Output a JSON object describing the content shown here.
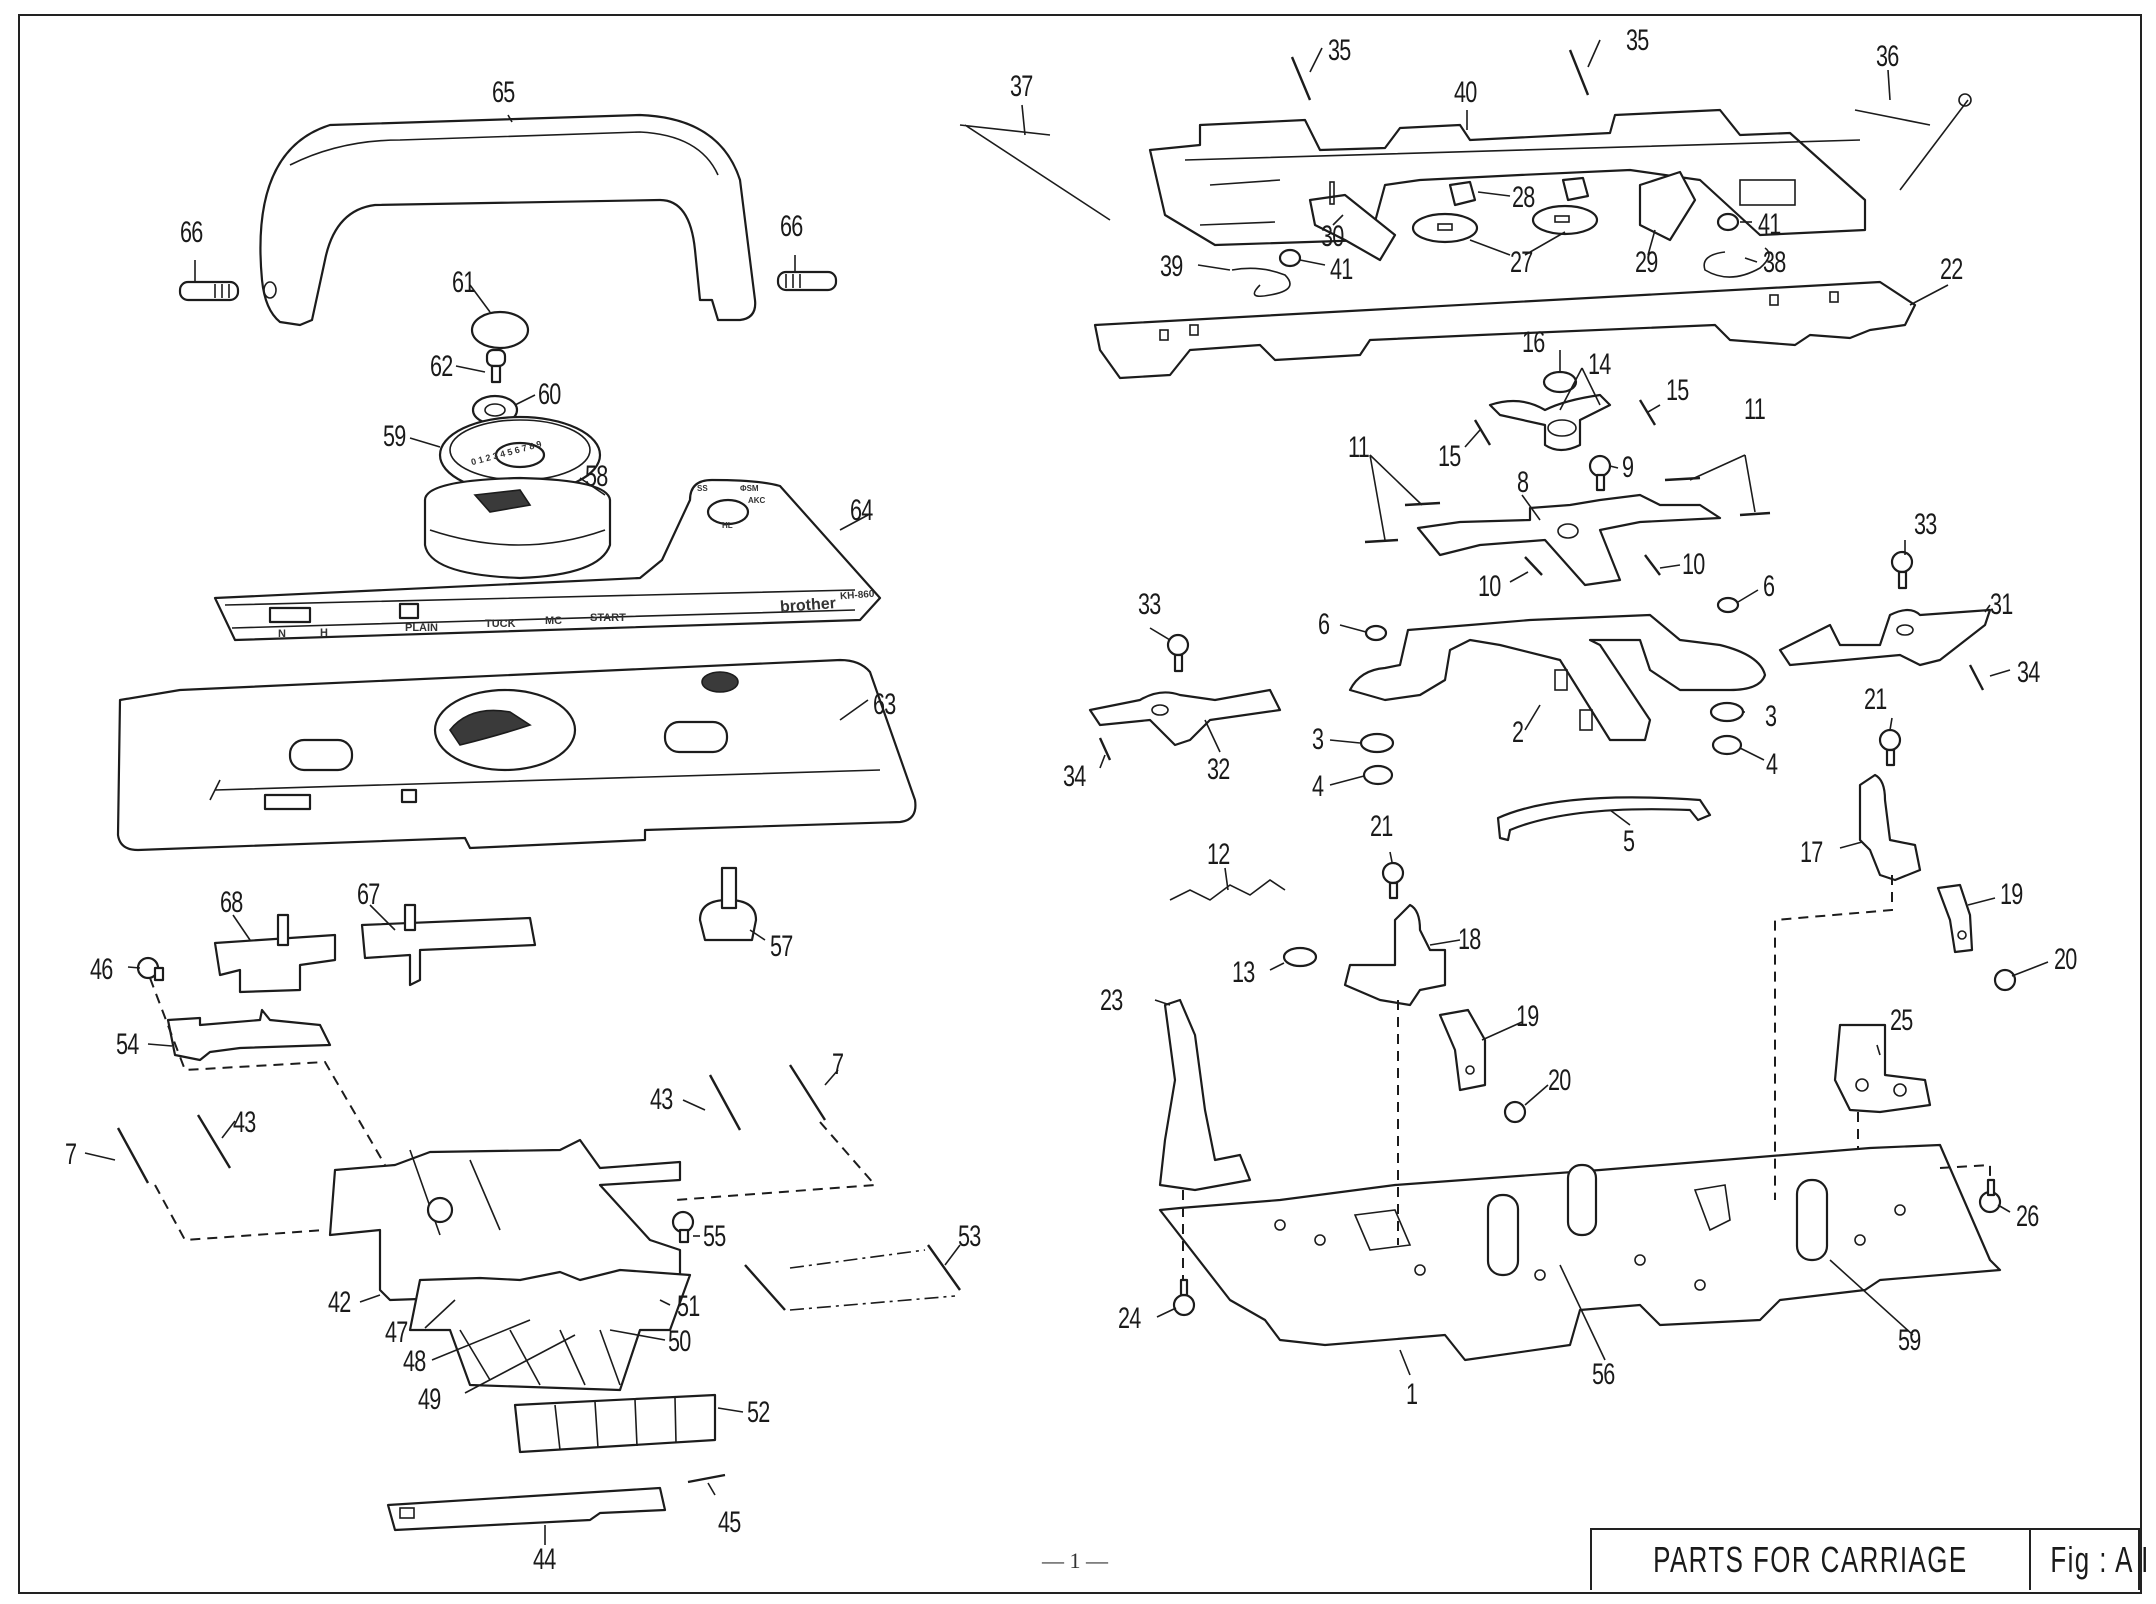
{
  "document": {
    "title": "PARTS FOR CARRIAGE",
    "figure_label": "Fig : A I",
    "page_number": "— 1 —"
  },
  "nameplate": {
    "brand": "brother",
    "model": "KH-860",
    "mode_labels": [
      "N",
      "H",
      "PLAIN",
      "TUCK",
      "MC",
      "START"
    ],
    "dial_labels": [
      "SS",
      "ΦSM",
      "AKC",
      "HL"
    ]
  },
  "dial_numbers": "0 1 2 3 4 5 6 7 8 9",
  "callouts": [
    {
      "id": "c65",
      "label": "65"
    },
    {
      "id": "c66a",
      "label": "66"
    },
    {
      "id": "c66b",
      "label": "66"
    },
    {
      "id": "c61",
      "label": "61"
    },
    {
      "id": "c62",
      "label": "62"
    },
    {
      "id": "c60",
      "label": "60"
    },
    {
      "id": "c59a",
      "label": "59"
    },
    {
      "id": "c58",
      "label": "58"
    },
    {
      "id": "c64",
      "label": "64"
    },
    {
      "id": "c63",
      "label": "63"
    },
    {
      "id": "c68",
      "label": "68"
    },
    {
      "id": "c67",
      "label": "67"
    },
    {
      "id": "c57",
      "label": "57"
    },
    {
      "id": "c46",
      "label": "46"
    },
    {
      "id": "c54",
      "label": "54"
    },
    {
      "id": "c43a",
      "label": "43"
    },
    {
      "id": "c7a",
      "label": "7"
    },
    {
      "id": "c43b",
      "label": "43"
    },
    {
      "id": "c7b",
      "label": "7"
    },
    {
      "id": "c55",
      "label": "55"
    },
    {
      "id": "c53",
      "label": "53"
    },
    {
      "id": "c42",
      "label": "42"
    },
    {
      "id": "c47",
      "label": "47"
    },
    {
      "id": "c51",
      "label": "51"
    },
    {
      "id": "c48",
      "label": "48"
    },
    {
      "id": "c50",
      "label": "50"
    },
    {
      "id": "c49",
      "label": "49"
    },
    {
      "id": "c52",
      "label": "52"
    },
    {
      "id": "c45",
      "label": "45"
    },
    {
      "id": "c44",
      "label": "44"
    },
    {
      "id": "c37",
      "label": "37"
    },
    {
      "id": "c35a",
      "label": "35"
    },
    {
      "id": "c35b",
      "label": "35"
    },
    {
      "id": "c40",
      "label": "40"
    },
    {
      "id": "c36",
      "label": "36"
    },
    {
      "id": "c28",
      "label": "28"
    },
    {
      "id": "c30",
      "label": "30"
    },
    {
      "id": "c41a",
      "label": "41"
    },
    {
      "id": "c41b",
      "label": "41"
    },
    {
      "id": "c27",
      "label": "27"
    },
    {
      "id": "c29",
      "label": "29"
    },
    {
      "id": "c39",
      "label": "39"
    },
    {
      "id": "c38",
      "label": "38"
    },
    {
      "id": "c22",
      "label": "22"
    },
    {
      "id": "c16",
      "label": "16"
    },
    {
      "id": "c14",
      "label": "14"
    },
    {
      "id": "c15a",
      "label": "15"
    },
    {
      "id": "c15b",
      "label": "15"
    },
    {
      "id": "c11a",
      "label": "11"
    },
    {
      "id": "c11b",
      "label": "11"
    },
    {
      "id": "c9",
      "label": "9"
    },
    {
      "id": "c8",
      "label": "8"
    },
    {
      "id": "c10a",
      "label": "10"
    },
    {
      "id": "c10b",
      "label": "10"
    },
    {
      "id": "c33a",
      "label": "33"
    },
    {
      "id": "c33b",
      "label": "33"
    },
    {
      "id": "c6a",
      "label": "6"
    },
    {
      "id": "c6b",
      "label": "6"
    },
    {
      "id": "c31",
      "label": "31"
    },
    {
      "id": "c34a",
      "label": "34"
    },
    {
      "id": "c34b",
      "label": "34"
    },
    {
      "id": "c32",
      "label": "32"
    },
    {
      "id": "c2",
      "label": "2"
    },
    {
      "id": "c3a",
      "label": "3"
    },
    {
      "id": "c3b",
      "label": "3"
    },
    {
      "id": "c4a",
      "label": "4"
    },
    {
      "id": "c4b",
      "label": "4"
    },
    {
      "id": "c21a",
      "label": "21"
    },
    {
      "id": "c21b",
      "label": "21"
    },
    {
      "id": "c5",
      "label": "5"
    },
    {
      "id": "c12",
      "label": "12"
    },
    {
      "id": "c17",
      "label": "17"
    },
    {
      "id": "c19a",
      "label": "19"
    },
    {
      "id": "c19b",
      "label": "19"
    },
    {
      "id": "c18",
      "label": "18"
    },
    {
      "id": "c13",
      "label": "13"
    },
    {
      "id": "c20a",
      "label": "20"
    },
    {
      "id": "c20b",
      "label": "20"
    },
    {
      "id": "c23",
      "label": "23"
    },
    {
      "id": "c25",
      "label": "25"
    },
    {
      "id": "c26",
      "label": "26"
    },
    {
      "id": "c24",
      "label": "24"
    },
    {
      "id": "c1",
      "label": "1"
    },
    {
      "id": "c56",
      "label": "56"
    },
    {
      "id": "c59b",
      "label": "59"
    }
  ]
}
